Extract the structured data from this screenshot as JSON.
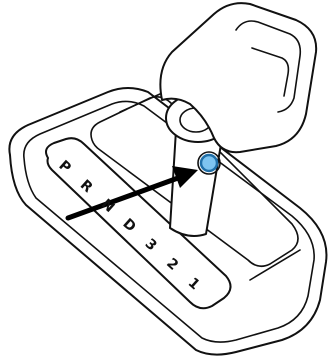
{
  "diagram": {
    "gear_positions": [
      "P",
      "R",
      "N",
      "D",
      "3",
      "2",
      "1"
    ],
    "colors": {
      "line": "#111111",
      "background": "#ffffff",
      "button_fill": "#7ec4f0",
      "button_ring": "#1f6fa8",
      "arrow": "#000000"
    },
    "callout_target": "shift-lock-release-button"
  }
}
